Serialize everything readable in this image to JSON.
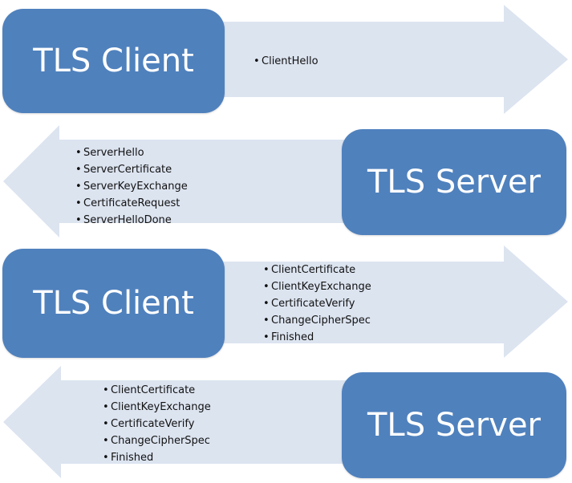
{
  "colors": {
    "box_fill": "#4f81bd",
    "arrow_fill": "#dce4f0",
    "box_text": "#ffffff"
  },
  "steps": [
    {
      "direction": "right",
      "label": "TLS Client",
      "messages": [
        "ClientHello"
      ]
    },
    {
      "direction": "left",
      "label": "TLS Server",
      "messages": [
        "ServerHello",
        "ServerCertificate",
        "ServerKeyExchange",
        "CertificateRequest",
        "ServerHelloDone"
      ]
    },
    {
      "direction": "right",
      "label": "TLS Client",
      "messages": [
        "ClientCertificate",
        "ClientKeyExchange",
        "CertificateVerify",
        "ChangeCipherSpec",
        "Finished"
      ]
    },
    {
      "direction": "left",
      "label": "TLS Server",
      "messages": [
        "ClientCertificate",
        "ClientKeyExchange",
        "CertificateVerify",
        "ChangeCipherSpec",
        "Finished"
      ]
    }
  ]
}
